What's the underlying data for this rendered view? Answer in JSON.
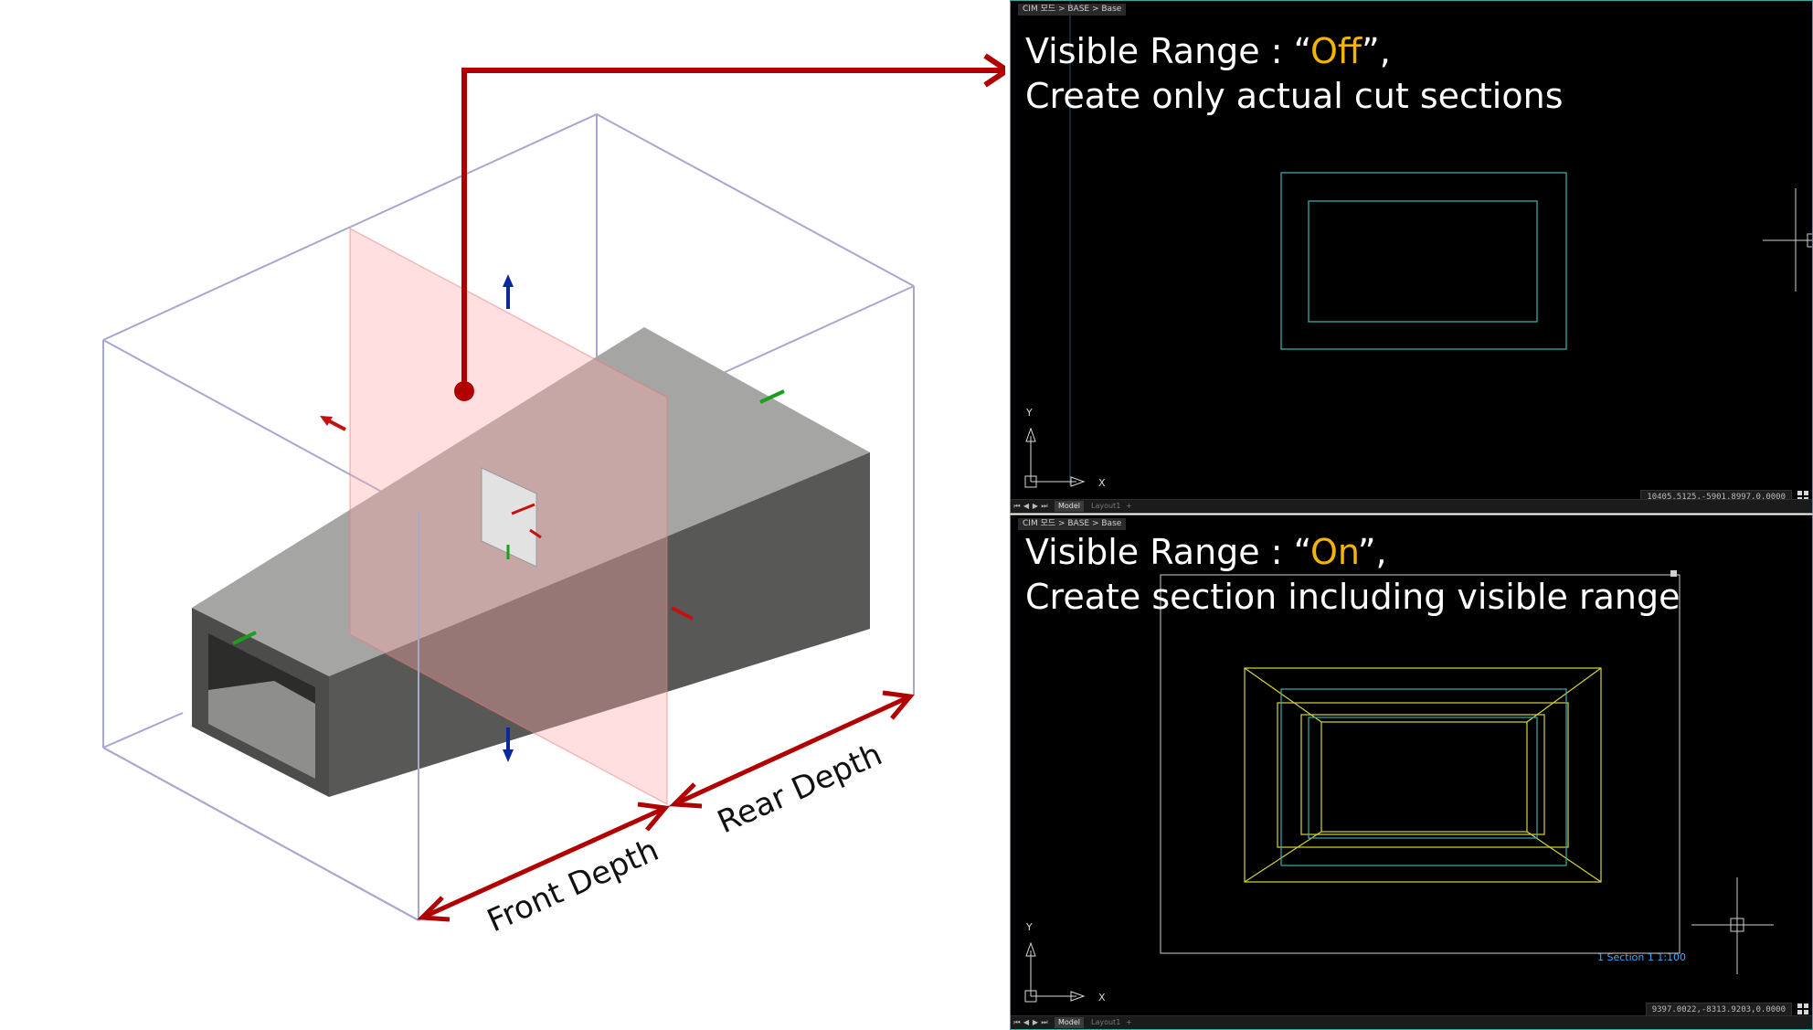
{
  "left_panel": {
    "front_depth_label": "Front Depth",
    "rear_depth_label": "Rear Depth"
  },
  "viewports": [
    {
      "breadcrumb": "CIM 모드 > BASE > Base",
      "title_prefix": "Visible Range : “",
      "title_value": "Off",
      "title_suffix": "”,",
      "subtitle": "Create only actual cut sections",
      "coords": "10405.5125,-5901.8997,0.0000",
      "ucs_x": "X",
      "ucs_y": "Y",
      "tabs": {
        "model": "Model",
        "layout": "Layout1",
        "plus": "+"
      }
    },
    {
      "breadcrumb": "CIM 모드 > BASE > Base",
      "title_prefix": "Visible Range : “",
      "title_value": "On",
      "title_suffix": "”,",
      "subtitle": "Create section including visible range",
      "section_label": "1 Section 1 1:100",
      "coords": "9397.0022,-8313.9203,0.0000",
      "ucs_x": "X",
      "ucs_y": "Y",
      "tabs": {
        "model": "Model",
        "layout": "Layout1",
        "plus": "+"
      }
    }
  ],
  "colors": {
    "accent_red": "#b00000",
    "highlight": "#f4b400",
    "cyan_line": "#3aa9a9",
    "yellow_line": "#d6d43a"
  }
}
